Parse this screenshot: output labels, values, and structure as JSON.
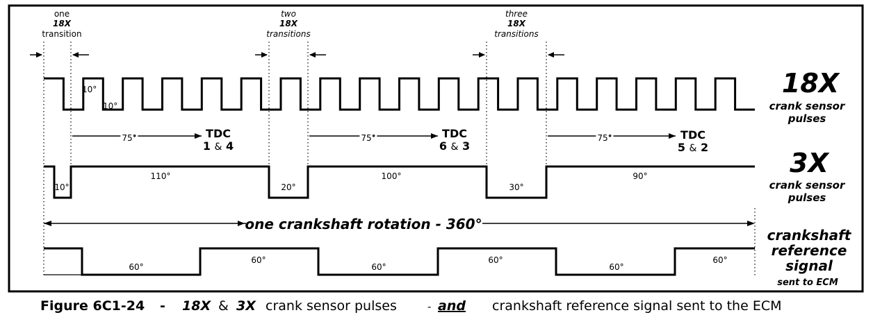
{
  "header_labels": {
    "one": {
      "line1": "one",
      "line2": "18X",
      "line3": "transition"
    },
    "two": {
      "line1": "two",
      "line2": "18X",
      "line3": "transitions"
    },
    "three": {
      "line1": "three",
      "line2": "18X",
      "line3": "transitions"
    }
  },
  "sensor_18x": {
    "title": "18X",
    "subtitle1": "crank sensor",
    "subtitle2": "pulses",
    "pulse_high_deg": "10°",
    "pulse_low_deg": "10°"
  },
  "spans_75": [
    "75°",
    "75°",
    "75°"
  ],
  "tdc": [
    {
      "label": "TDC",
      "cyl_a": "1",
      "amp": "&",
      "cyl_b": "4"
    },
    {
      "label": "TDC",
      "cyl_a": "6",
      "amp": "&",
      "cyl_b": "3"
    },
    {
      "label": "TDC",
      "cyl_a": "5",
      "amp": "&",
      "cyl_b": "2"
    }
  ],
  "sensor_3x": {
    "title": "3X",
    "subtitle1": "crank sensor",
    "subtitle2": "pulses",
    "notch_labels": [
      "10°",
      "20°",
      "30°"
    ],
    "high_labels": [
      "110°",
      "100°",
      "90°"
    ]
  },
  "rotation_label": "one crankshaft rotation - 360°",
  "reference": {
    "line1": "crankshaft",
    "line2": "reference",
    "line3": "signal",
    "line4": "sent to ECM",
    "segment_labels": [
      "60°",
      "60°",
      "60°",
      "60°",
      "60°",
      "60°"
    ]
  },
  "caption": {
    "figure": "Figure 6C1-24",
    "dash": "-",
    "part1": "18X",
    "amp": "&",
    "part2": "3X",
    "part3": "crank sensor pulses",
    "dash2": "-",
    "and": "and",
    "part4": "crankshaft reference signal sent to the ECM"
  }
}
